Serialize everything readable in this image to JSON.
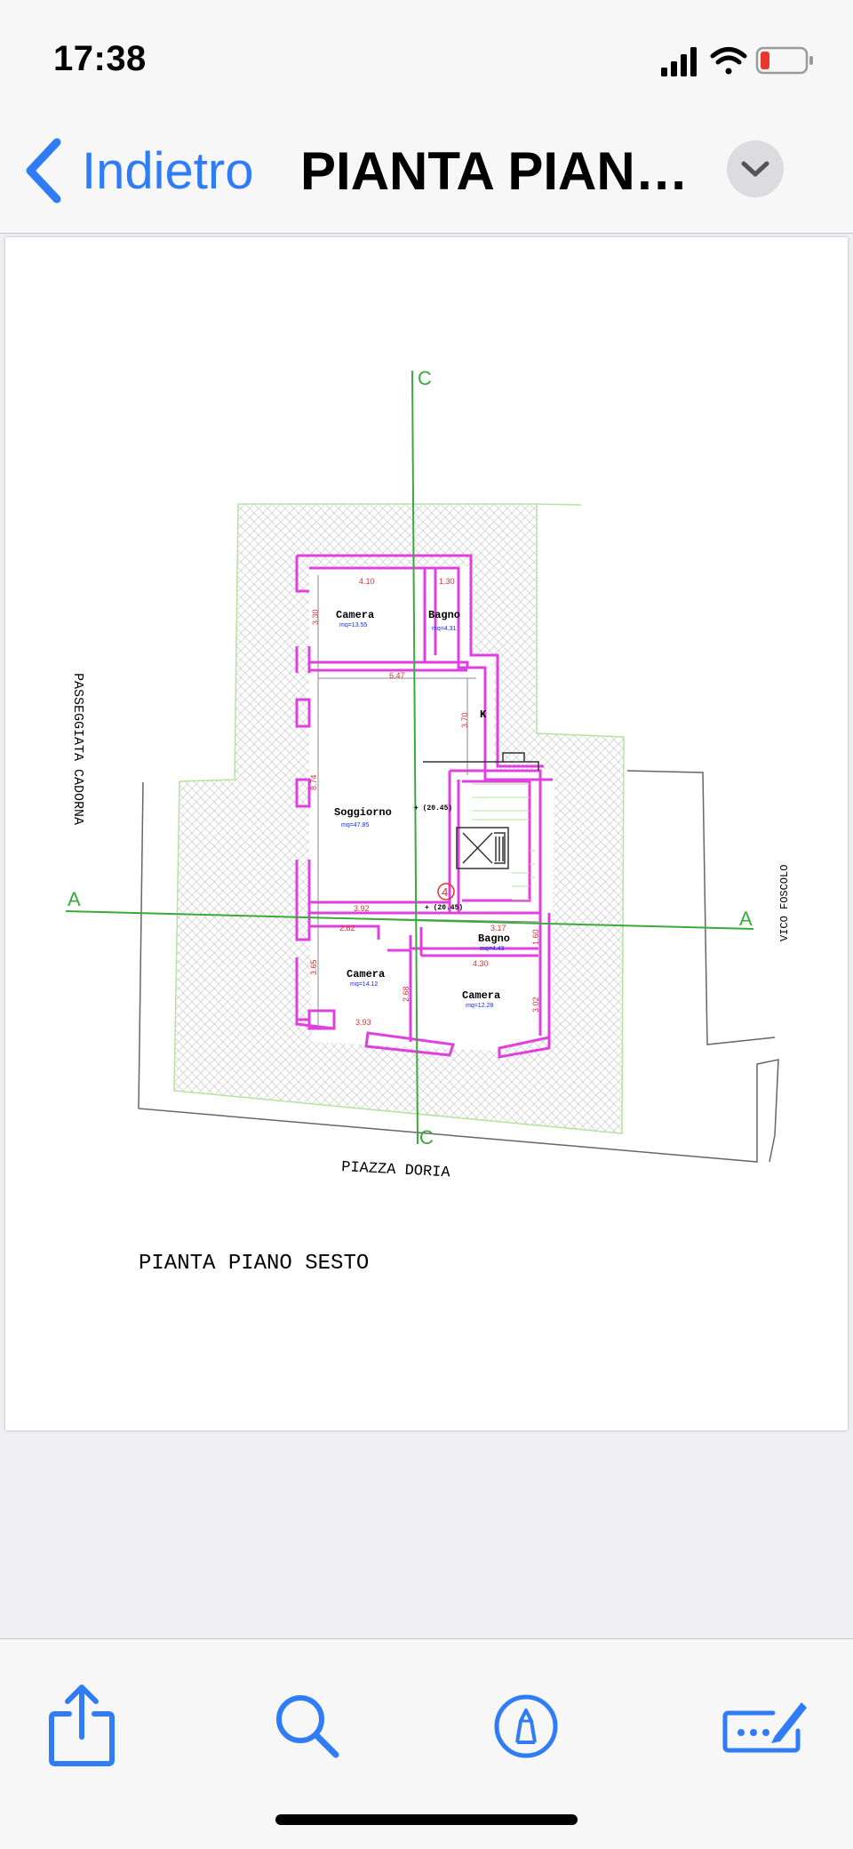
{
  "status_bar": {
    "time": "17:38"
  },
  "nav": {
    "back_label": "Indietro",
    "title": "PIANTA PIAN…"
  },
  "plan": {
    "title": "PIANTA PIANO SESTO",
    "streets": {
      "left": "PASSEGGIATA CADORNA",
      "right": "VICO FOSCOLO",
      "bottom": "PIAZZA DORIA"
    },
    "section_marks": {
      "top": "C",
      "bottom": "C",
      "left": "A",
      "right": "A"
    },
    "floor_number": "4",
    "rooms": [
      {
        "name": "Camera",
        "area": "mq=13.55"
      },
      {
        "name": "Bagno",
        "area": "mq=4.31"
      },
      {
        "name": "K",
        "area": ""
      },
      {
        "name": "Soggiorno",
        "area": "mq=47.85"
      },
      {
        "name": "Bagno",
        "area": "mq=4.43"
      },
      {
        "name": "Camera",
        "area": "mq=14.12"
      },
      {
        "name": "Camera",
        "area": "mq=12.28"
      }
    ],
    "elevations": [
      "+ (20.45)",
      "+ (20.45)"
    ],
    "dimensions": [
      "4.10",
      "1.30",
      "3.30",
      "6.47",
      "3.70",
      "8.74",
      "3.92",
      "2.82",
      "3.17",
      "1.60",
      "4.30",
      "3.65",
      "2.68",
      "3.02",
      "3.93"
    ]
  },
  "colors": {
    "accent": "#2f7cf6",
    "walls": "#e040e0",
    "section": "#3aaa3a",
    "dims": "#e03030",
    "areas": "#1a2cd0"
  }
}
